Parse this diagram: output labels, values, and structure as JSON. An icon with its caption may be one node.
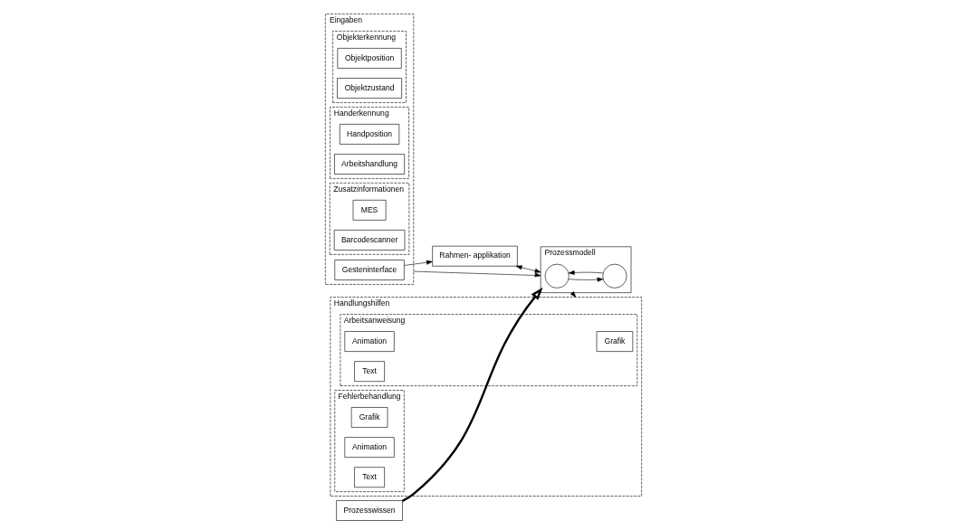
{
  "diagram": {
    "nodes": [
      {
        "text": [
          "Eingaben"
        ]
      },
      {
        "text": [
          "Gesteninterface"
        ],
        "in": 0
      },
      {
        "text": [
          "Objekterkennung"
        ],
        "in": 0
      },
      {
        "text": [
          "Objektposition"
        ],
        "in": 2
      },
      {
        "text": [
          "Objektzustand"
        ],
        "in": 2
      },
      {
        "text": [
          "Handerkennung"
        ],
        "in": 0
      },
      {
        "text": [
          "Handposition"
        ],
        "in": 5
      },
      {
        "text": [
          "Arbeitshandlung"
        ],
        "in": 5
      },
      {
        "text": [
          "Zusatzinformationen"
        ],
        "in": 0
      },
      {
        "text": [
          "MES"
        ],
        "in": 8
      },
      {
        "text": [
          "Barcodescanner"
        ],
        "in": 8
      },
      {
        "text": [
          "Rahmen- applikation"
        ]
      },
      {
        "text": [
          "Prozessmodell"
        ]
      },
      {
        "text": [],
        "shape": "circle",
        "in": 12
      },
      {
        "text": [],
        "shape": "circle",
        "in": 12
      },
      {
        "text": [
          "Prozesswissen"
        ]
      },
      {
        "text": [
          "Handlungshilfen"
        ]
      },
      {
        "text": [
          "Arbeitsanweisung"
        ],
        "in": 16
      },
      {
        "text": [
          "Grafik"
        ],
        "in": 17
      },
      {
        "text": [
          "Animation"
        ],
        "in": 17
      },
      {
        "text": [
          "Text"
        ],
        "in": 17
      },
      {
        "text": [
          "Fehlerbehandlung"
        ],
        "in": 16
      },
      {
        "text": [
          "Grafik"
        ],
        "in": 21
      },
      {
        "text": [
          "Animation"
        ],
        "in": 21
      },
      {
        "text": [
          "Text"
        ],
        "in": 21
      }
    ],
    "edges": [
      {
        "from": 1,
        "to": 11,
        "arrow": "to"
      },
      {
        "from": 0,
        "to": 12,
        "arrow": "to"
      },
      {
        "from": 11,
        "to": 12,
        "arrow": "both"
      },
      {
        "from": 12,
        "to": 16,
        "arrow": "to"
      },
      {
        "from": 15,
        "to": 12,
        "arrow": "to",
        "style": "thick"
      },
      {
        "from": 13,
        "to": 14,
        "arrow": "to"
      },
      {
        "from": 14,
        "to": 13,
        "arrow": "to"
      }
    ]
  }
}
